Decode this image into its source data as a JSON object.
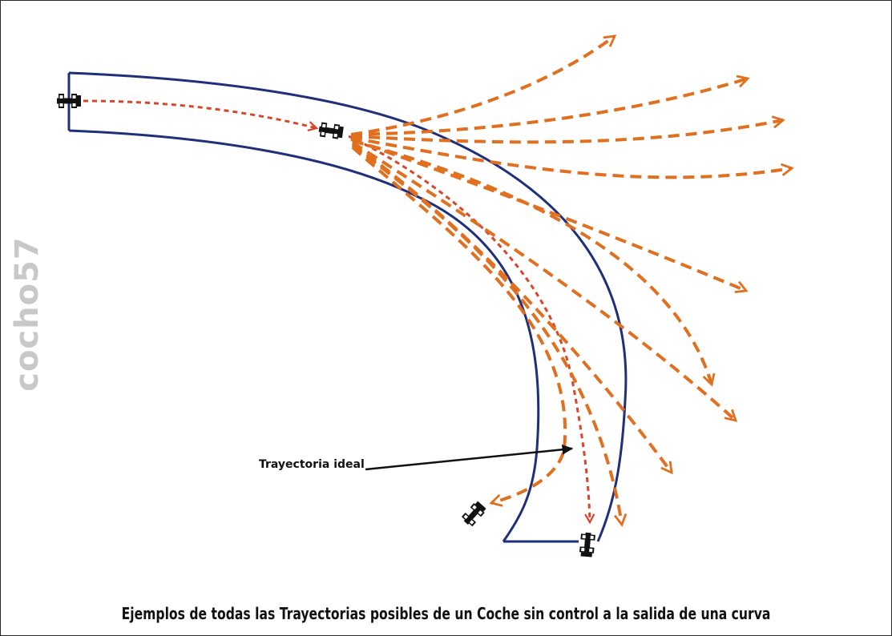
{
  "watermark": "cocho57",
  "ideal_label": "Trayectoria ideal",
  "caption": "Ejemplos de todas las Trayectorias posibles de un Coche sin control a la salida de una curva",
  "colors": {
    "track": "#1f2f7a",
    "trajectory": "#e0701f",
    "approach": "#d9452a",
    "car": "#111111"
  }
}
